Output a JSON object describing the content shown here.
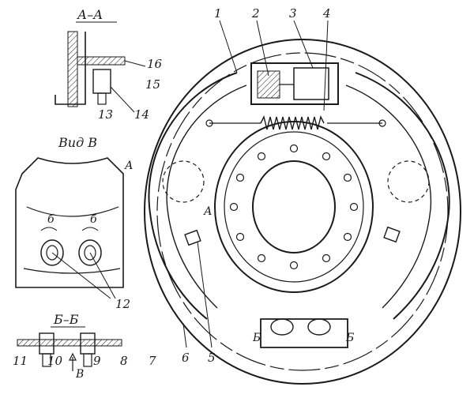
{
  "section_titles": {
    "aa": "А–А",
    "view_v": "Вид В",
    "bb": "Б–Б"
  },
  "callouts": [
    "1",
    "2",
    "3",
    "4",
    "5",
    "6",
    "7",
    "8",
    "9",
    "10",
    "11",
    "12",
    "13",
    "14",
    "15",
    "16"
  ],
  "section_marks": {
    "a_top": "А",
    "a_mid": "А",
    "b_left": "Б",
    "b_right": "Б",
    "v": "В",
    "delta_left": "б",
    "delta_right": "б"
  },
  "colors": {
    "ink": "#1a1a1a",
    "paper": "#ffffff"
  }
}
